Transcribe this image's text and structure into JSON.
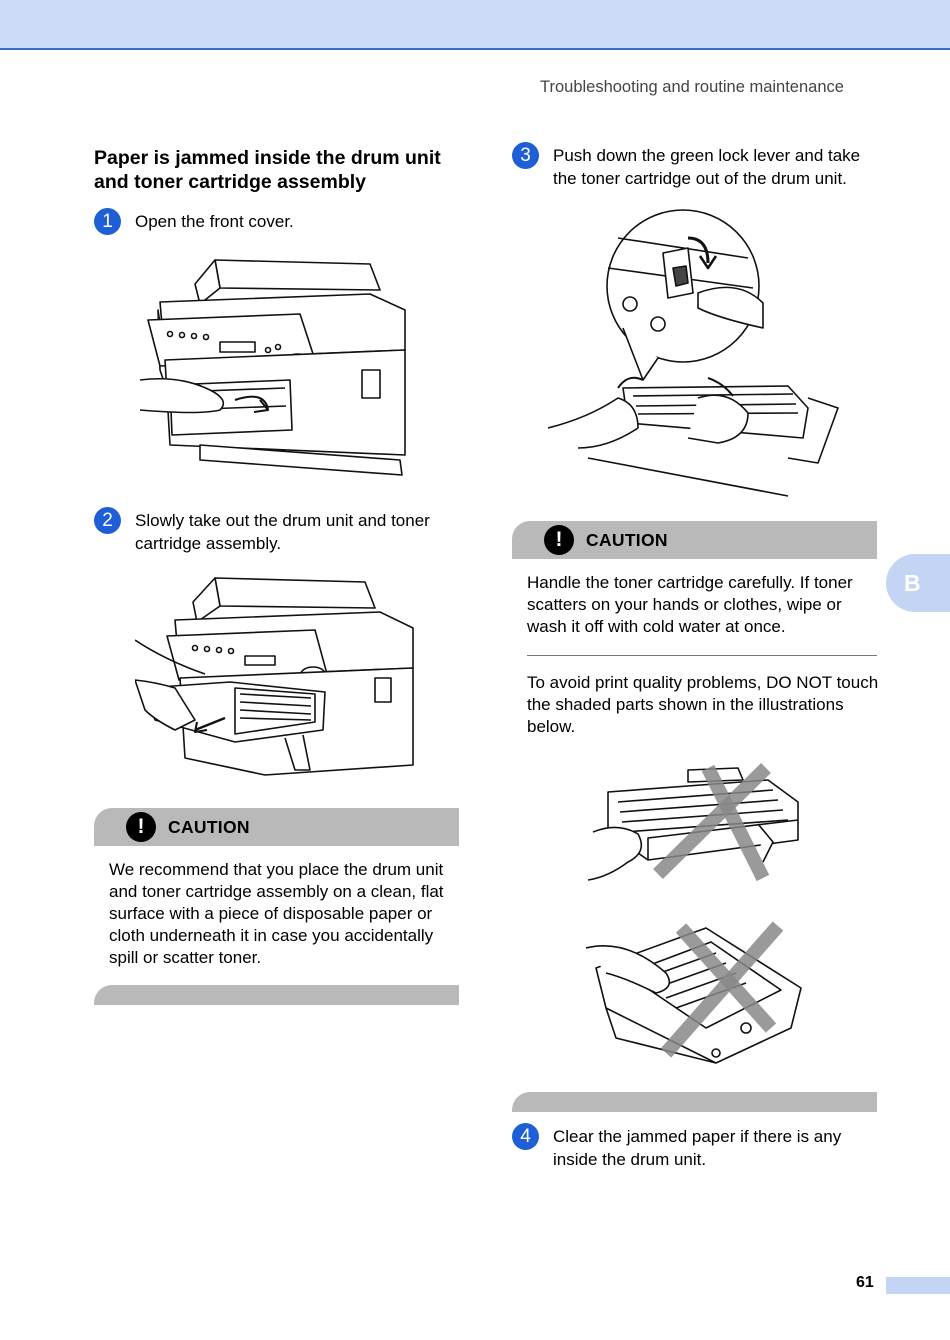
{
  "header": {
    "running_title": "Troubleshooting and routine maintenance"
  },
  "section": {
    "title": "Paper is jammed inside the drum unit and toner cartridge assembly"
  },
  "steps": [
    {
      "number": "1",
      "text": "Open the front cover."
    },
    {
      "number": "2",
      "text": "Slowly take out the drum unit and toner cartridge assembly."
    },
    {
      "number": "3",
      "text": "Push down the green lock lever and take the toner cartridge out of the drum unit."
    },
    {
      "number": "4",
      "text": "Clear the jammed paper if there is any inside the drum unit."
    }
  ],
  "caution_left": {
    "icon": "!",
    "label": "CAUTION",
    "body": "We recommend that you place the drum unit and toner cartridge assembly on a clean, flat surface with a piece of disposable paper or cloth underneath it in case you accidentally spill or scatter toner."
  },
  "caution_right": {
    "icon": "!",
    "label": "CAUTION",
    "body1": "Handle the toner cartridge carefully. If toner scatters on your hands or clothes, wipe or wash it off with cold water at once.",
    "body2": "To avoid print quality problems, DO NOT touch the shaded parts shown in the illustrations below."
  },
  "side_tab": {
    "letter": "B"
  },
  "footer": {
    "page_number": "61"
  },
  "colors": {
    "accent": "#1f5fd6",
    "band": "#ccdcf8",
    "caution_gray": "#b9b9b9",
    "tab": "#c3d4f4"
  }
}
